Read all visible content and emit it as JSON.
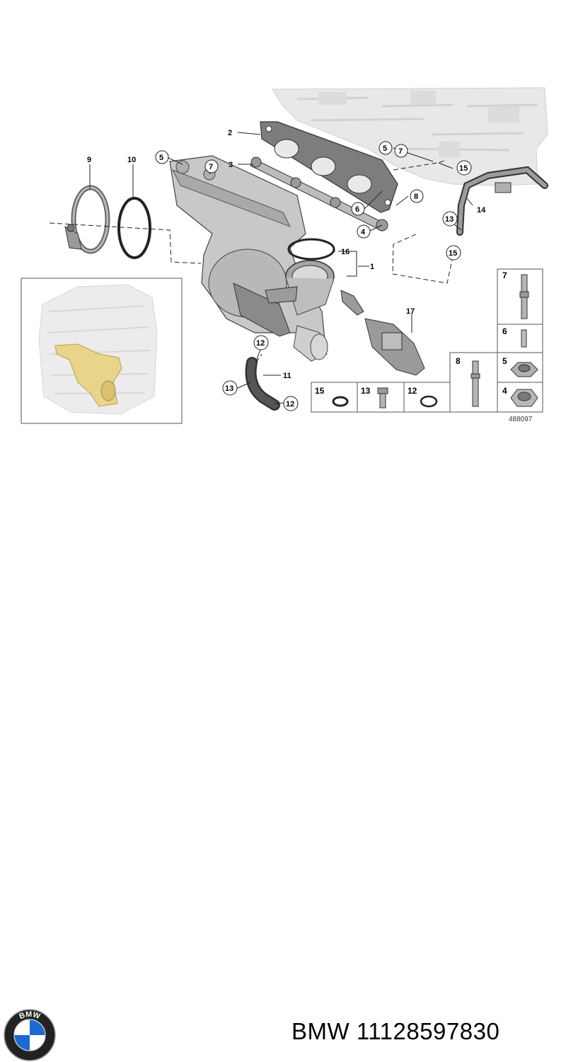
{
  "diagram": {
    "callouts": {
      "c1": "1",
      "c2": "2",
      "c3": "3",
      "c4": "4",
      "c5": "5",
      "c6": "6",
      "c7": "7",
      "c8": "8",
      "c9": "9",
      "c10": "10",
      "c11": "11",
      "c12": "12",
      "c13": "13",
      "c14": "14",
      "c15": "15",
      "c16": "16",
      "c17": "17"
    },
    "ref_number": "488097",
    "legend_parts": {
      "p7": "7",
      "p6": "6",
      "p8": "8",
      "p5": "5",
      "p4": "4",
      "p15": "15",
      "p13": "13",
      "p12": "12"
    }
  },
  "footer": {
    "brand": "BMW",
    "part_number": "11128597830",
    "logo_letters": "BMW"
  },
  "colors": {
    "line": "#222222",
    "part_gray": "#c9c9c9",
    "part_dark": "#8f8f8f",
    "engine_ghost": "#e6e6e6",
    "highlight_yellow": "#e8d58a",
    "bmw_blue": "#1c69d4",
    "bmw_ring": "#111111"
  }
}
